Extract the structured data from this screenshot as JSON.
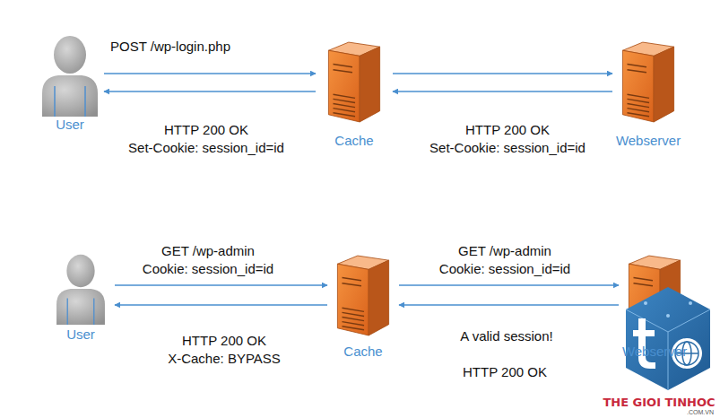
{
  "diagram": {
    "nodes": [
      {
        "text": [
          "User"
        ]
      },
      {
        "text": [
          "Cache"
        ]
      },
      {
        "text": [
          "Webserver"
        ]
      },
      {
        "text": [
          "User"
        ]
      },
      {
        "text": [
          "Cache"
        ]
      },
      {
        "text": [
          "Webserver"
        ]
      }
    ],
    "edges": [
      {
        "from": 0,
        "to": 1,
        "arrow": "to",
        "label": "POST /wp-login.php"
      },
      {
        "from": 1,
        "to": 0,
        "arrow": "to",
        "label": "HTTP 200 OK"
      },
      {
        "from": 1,
        "to": 2,
        "arrow": "to"
      },
      {
        "from": 2,
        "to": 1,
        "arrow": "to",
        "label": "HTTP 200 OK"
      },
      {
        "from": 3,
        "to": 4,
        "arrow": "to",
        "label": "GET /wp-admin"
      },
      {
        "from": 4,
        "to": 3,
        "arrow": "to",
        "label": "HTTP 200 OK"
      },
      {
        "from": 4,
        "to": 5,
        "arrow": "to",
        "label": "GET /wp-admin"
      },
      {
        "from": 5,
        "to": 4,
        "arrow": "to",
        "label": "HTTP 200 OK"
      }
    ],
    "labels": [
      "Set-Cookie: session_id=id",
      "Set-Cookie: session_id=id",
      "Cookie: session_id=id",
      "Cookie: session_id=id",
      "X-Cache: BYPASS",
      "A valid session!",
      "THE GIOI TINHOC",
      ".COM.VN"
    ]
  }
}
